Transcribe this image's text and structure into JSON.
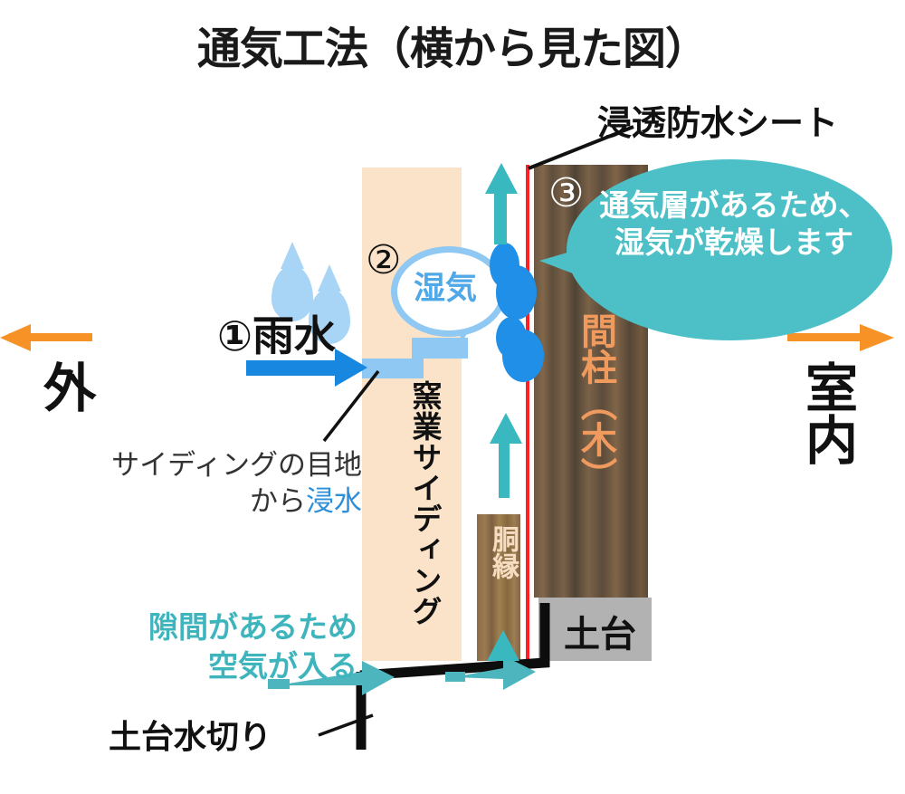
{
  "title": "通気工法（横から見た図）",
  "sides": {
    "outside_label": "外",
    "inside_label": "室内",
    "arrow_color": "#f79226"
  },
  "layers": {
    "siding_label": "窯業サイディング",
    "siding_color": "#fae3c8",
    "furring_label": "胴縁",
    "furring_text_color": "#f6dcc0",
    "post_label": "間柱（木）",
    "post_text_color": "#f09a5e",
    "sill_label": "土台",
    "sill_color": "#b2b2b2",
    "sheet_color": "#ff1f25"
  },
  "steps": {
    "one": {
      "number": "①",
      "label": "①雨水",
      "color": "#111111"
    },
    "two": {
      "number": "②",
      "bubble_text": "湿気",
      "bubble_text_color": "#4fa8e8",
      "bubble_border_color": "#8fc8f2"
    },
    "three": {
      "number": "③",
      "bubble_line1": "通気層があるため、",
      "bubble_line2": "湿気が乾燥します",
      "bubble_color": "#4cc0c6",
      "bubble_text_color": "#ffffff"
    }
  },
  "callouts": {
    "sheet": "浸透防水シート",
    "joint_line1": "サイディングの目地",
    "joint_line2_plain": "から",
    "joint_line2_highlight": "浸水",
    "joint_highlight_color": "#2d8fd8",
    "gap_line1": "隙間があるため",
    "gap_line2": "空気が入る",
    "gap_color": "#3eb5bd",
    "mizukiri": "土台水切り"
  },
  "flow": {
    "rain_arrow_color": "#1787e0",
    "air_arrow_color": "#39b8bf",
    "moisture_drop_color": "#1f8fe8",
    "rain_drop_color": "#a8d4f5"
  }
}
